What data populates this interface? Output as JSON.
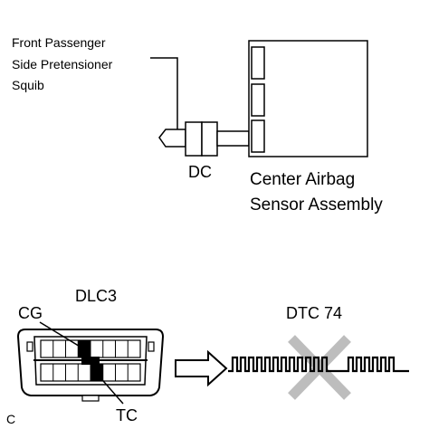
{
  "labels": {
    "squib_line1": "Front Passenger",
    "squib_line2": "Side Pretensioner",
    "squib_line3": "Squib",
    "dc": "DC",
    "sensor_line1": "Center Airbag",
    "sensor_line2": "Sensor Assembly",
    "dlc3": "DLC3",
    "cg": "CG",
    "tc": "TC",
    "dtc": "DTC 74",
    "corner_code": "C"
  },
  "colors": {
    "line": "#000000",
    "fill": "#ffffff",
    "cross": "#bdbdbd"
  },
  "icons": {
    "arrow": "hollow-right-arrow",
    "cross": "gray-x-mark"
  }
}
